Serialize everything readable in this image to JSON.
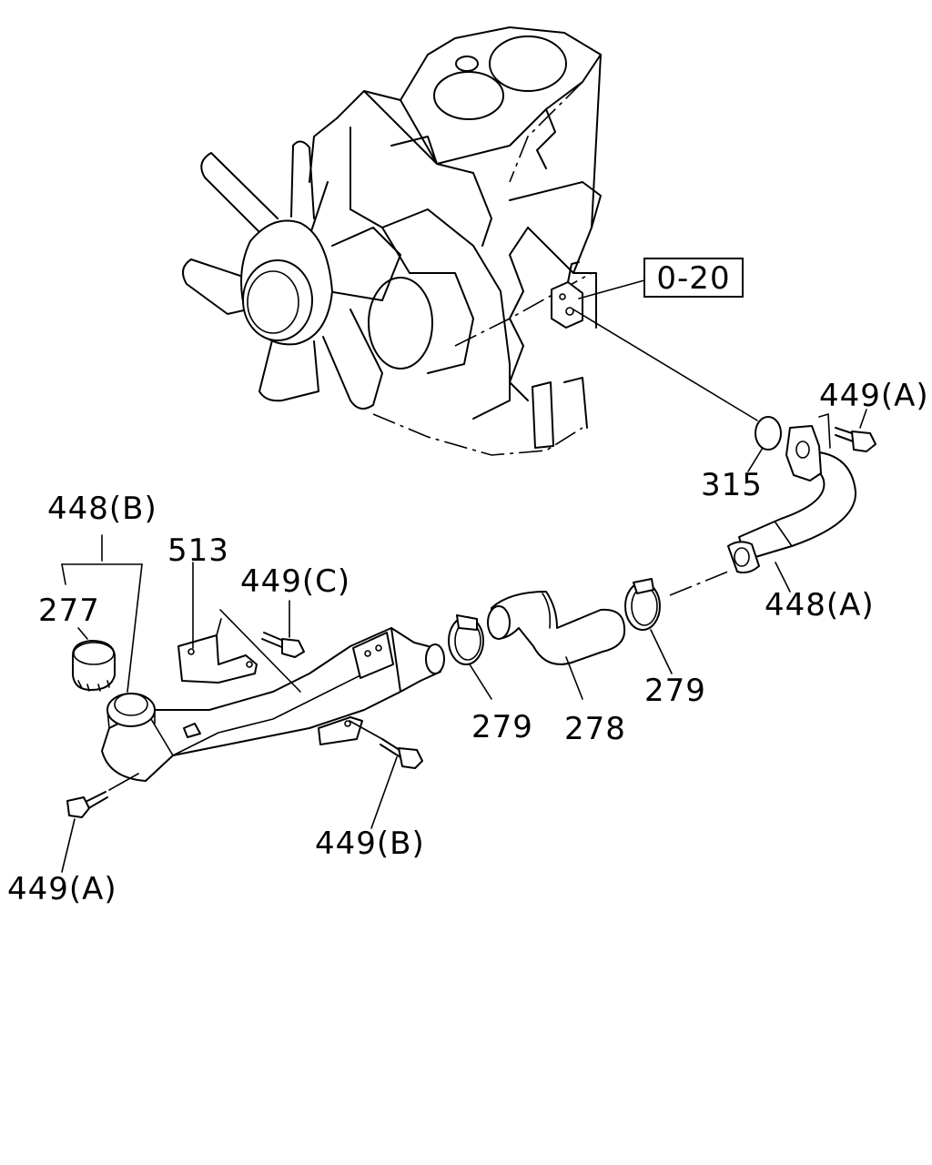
{
  "diagram": {
    "reference_box": "0-20",
    "labels": {
      "p449A_right": "449(A)",
      "p315": "315",
      "p448A": "448(A)",
      "p448B": "448(B)",
      "p513": "513",
      "p449C": "449(C)",
      "p277": "277",
      "p279_left": "279",
      "p278": "278",
      "p279_right": "279",
      "p449B": "449(B)",
      "p449A_left": "449(A)"
    }
  }
}
